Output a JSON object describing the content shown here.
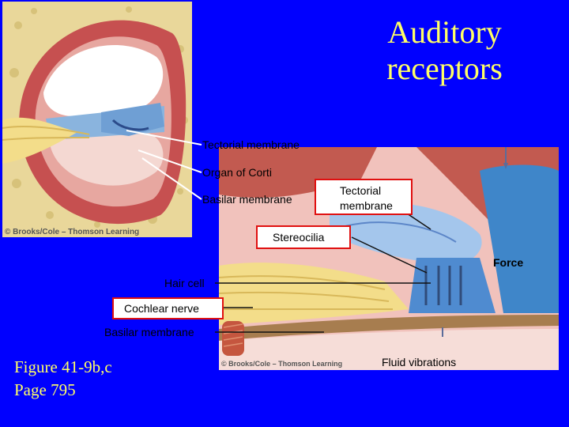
{
  "title": "Auditory receptors",
  "figure_reference": "Figure 41-9b,c\nPage 795",
  "credits": {
    "top_panel": "© Brooks/Cole – Thomson Learning",
    "bottom_panel": "© Brooks/Cole – Thomson Learning"
  },
  "top_panel_labels": [
    "Tectorial membrane",
    "Organ of Corti",
    "Basilar membrane"
  ],
  "bottom_panel_labels": {
    "tectorial": "Tectorial membrane",
    "stereocilia": "Stereocilia",
    "force": "Force",
    "hair_cell": "Hair cell",
    "cochlear_nerve": "Cochlear nerve",
    "basilar": "Basilar membrane",
    "fluid": "Fluid vibrations"
  },
  "colors": {
    "background": "#0000ff",
    "title_text": "#ffff66",
    "highlight_box": "#e01010"
  }
}
